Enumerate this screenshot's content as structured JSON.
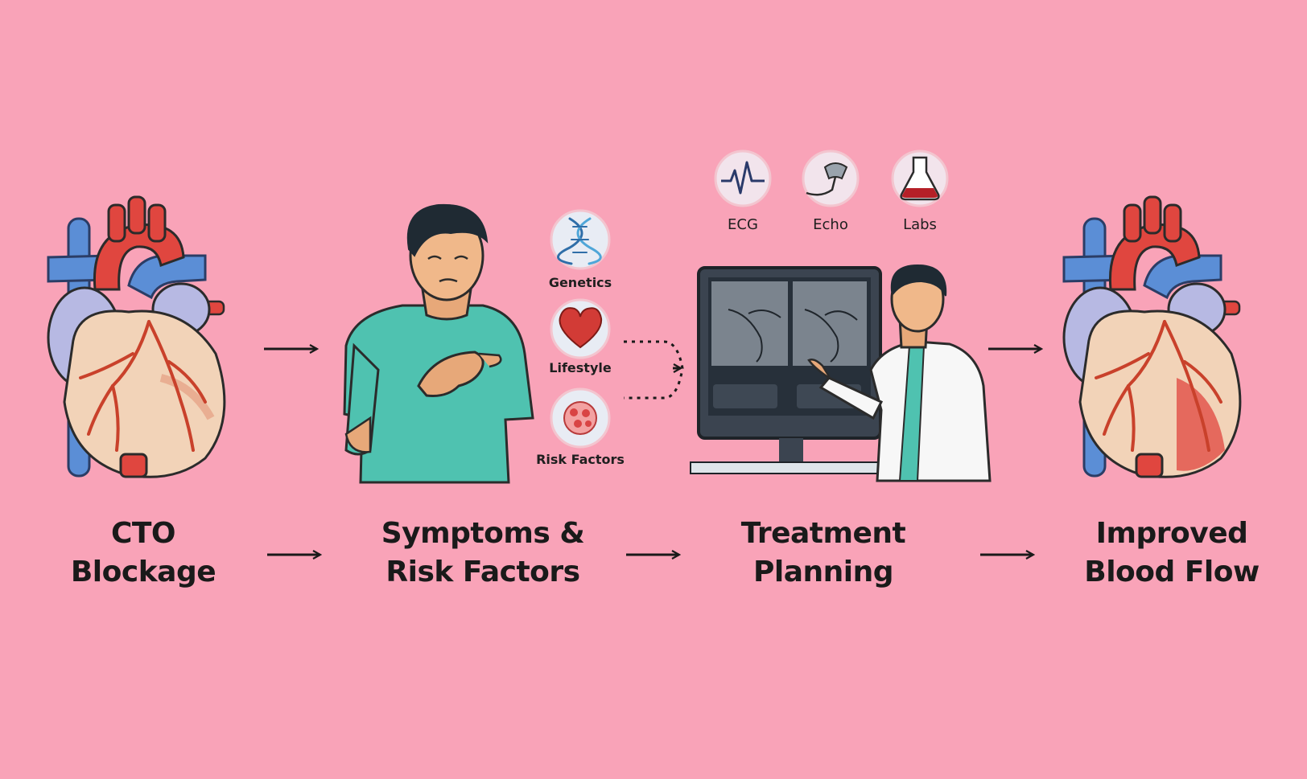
{
  "stages": [
    {
      "line1": "CTO",
      "line2": "Blockage"
    },
    {
      "line1": "Symptoms &",
      "line2": "Risk Factors"
    },
    {
      "line1": "Treatment",
      "line2": "Planning"
    },
    {
      "line1": "Improved",
      "line2": "Blood Flow"
    }
  ],
  "risk_icons": [
    {
      "label": "Genetics",
      "icon": "dna-icon"
    },
    {
      "label": "Lifestyle",
      "icon": "heart-icon"
    },
    {
      "label": "Risk Factors",
      "icon": "cells-icon"
    }
  ],
  "diagnostic_icons": [
    {
      "label": "ECG",
      "icon": "ecg-icon"
    },
    {
      "label": "Echo",
      "icon": "ultrasound-probe-icon"
    },
    {
      "label": "Labs",
      "icon": "flask-icon"
    }
  ],
  "colors": {
    "background": "#f9a3b8",
    "artery_red": "#e0463f",
    "vein_blue": "#5b8ed6",
    "heart_muscle": "#f2d3b8",
    "patient_shirt": "#4fc2b0",
    "coat": "#f7f7f7"
  }
}
